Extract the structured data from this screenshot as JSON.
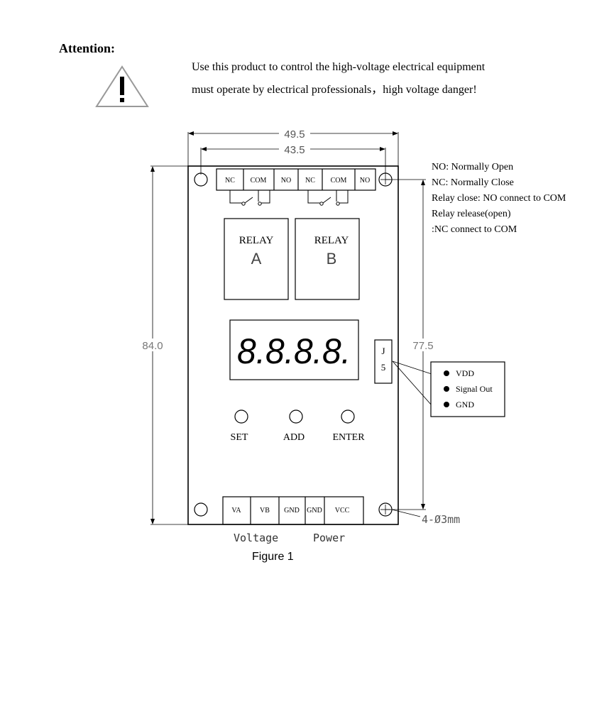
{
  "attention": {
    "title": "Attention:",
    "line1": "Use this product to control the high-voltage electrical equipment",
    "line2": "must operate by electrical professionals，high voltage danger!"
  },
  "warning_icon": "warning-triangle-icon",
  "dimensions": {
    "outer_width": "49.5",
    "hole_spacing_width": "43.5",
    "outer_height": "84.0",
    "hole_spacing_height": "77.5",
    "holes": "4-Ø3mm"
  },
  "terminals_top": [
    "NC",
    "COM",
    "NO",
    "NC",
    "COM",
    "NO"
  ],
  "relays": [
    {
      "label": "RELAY",
      "letter": "A"
    },
    {
      "label": "RELAY",
      "letter": "B"
    }
  ],
  "display": {
    "digits": "8.8.8.8."
  },
  "connector": {
    "top": "J",
    "bottom": "5"
  },
  "pinout": [
    "VDD",
    "Signal Out",
    "GND"
  ],
  "buttons": [
    "SET",
    "ADD",
    "ENTER"
  ],
  "terminals_bottom": [
    "VA",
    "VB",
    "GND",
    "GND",
    "VCC"
  ],
  "bottom_labels": {
    "voltage": "Voltage",
    "power": "Power"
  },
  "legend": [
    "NO: Normally Open",
    "NC: Normally Close",
    "Relay close: NO connect to COM",
    "Relay release(open)",
    ":NC connect to COM"
  ],
  "caption": "Figure 1"
}
